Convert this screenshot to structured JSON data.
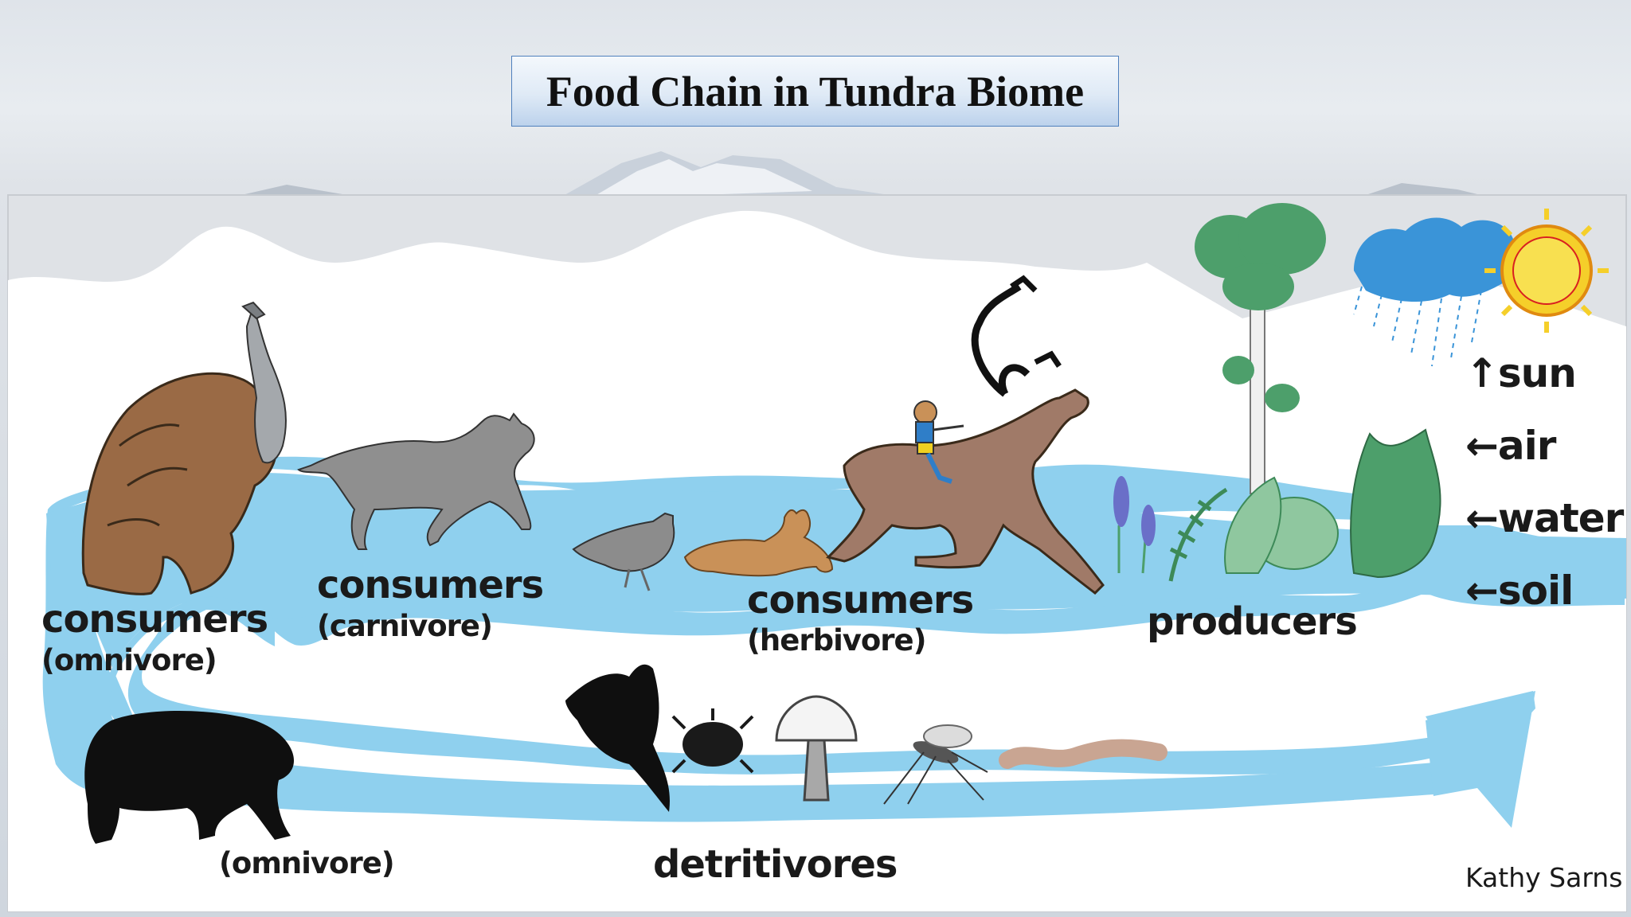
{
  "title": "Food Chain in Tundra Biome",
  "labels": {
    "consumers_omnivore": "consumers",
    "omnivore_paren": "(omnivore)",
    "consumers_carnivore": "consumers",
    "carnivore_paren": "(carnivore)",
    "consumers_herbivore": "consumers",
    "herbivore_paren": "(herbivore)",
    "producers": "producers",
    "omnivore_bottom": "(omnivore)",
    "detritivores": "detritivores"
  },
  "resources": [
    "↑sun",
    "←air",
    "←water",
    "←soil"
  ],
  "credit": "Kathy Sarns",
  "colors": {
    "river": "#8fd0ee",
    "snow": "#ffffff",
    "sky_band": "#dde1e6",
    "brown_bear": "#9a6a45",
    "wolf": "#8f8f8f",
    "caribou": "#a07a68",
    "hare": "#c99158",
    "plants": "#4d9f6b",
    "sun": "#f5cf2a",
    "cloud": "#3a94d8"
  },
  "icons": [
    "brown-bear-icon",
    "fish-icon",
    "wolf-icon",
    "ptarmigan-icon",
    "hare-icon",
    "caribou-icon",
    "mouse-rider-icon",
    "lupine-icon",
    "fern-icon",
    "birch-tree-icon",
    "shrub-icon",
    "rain-cloud-icon",
    "sun-icon",
    "black-bear-icon",
    "raven-icon",
    "beetle-icon",
    "mushroom-icon",
    "mosquito-icon",
    "worm-icon"
  ]
}
